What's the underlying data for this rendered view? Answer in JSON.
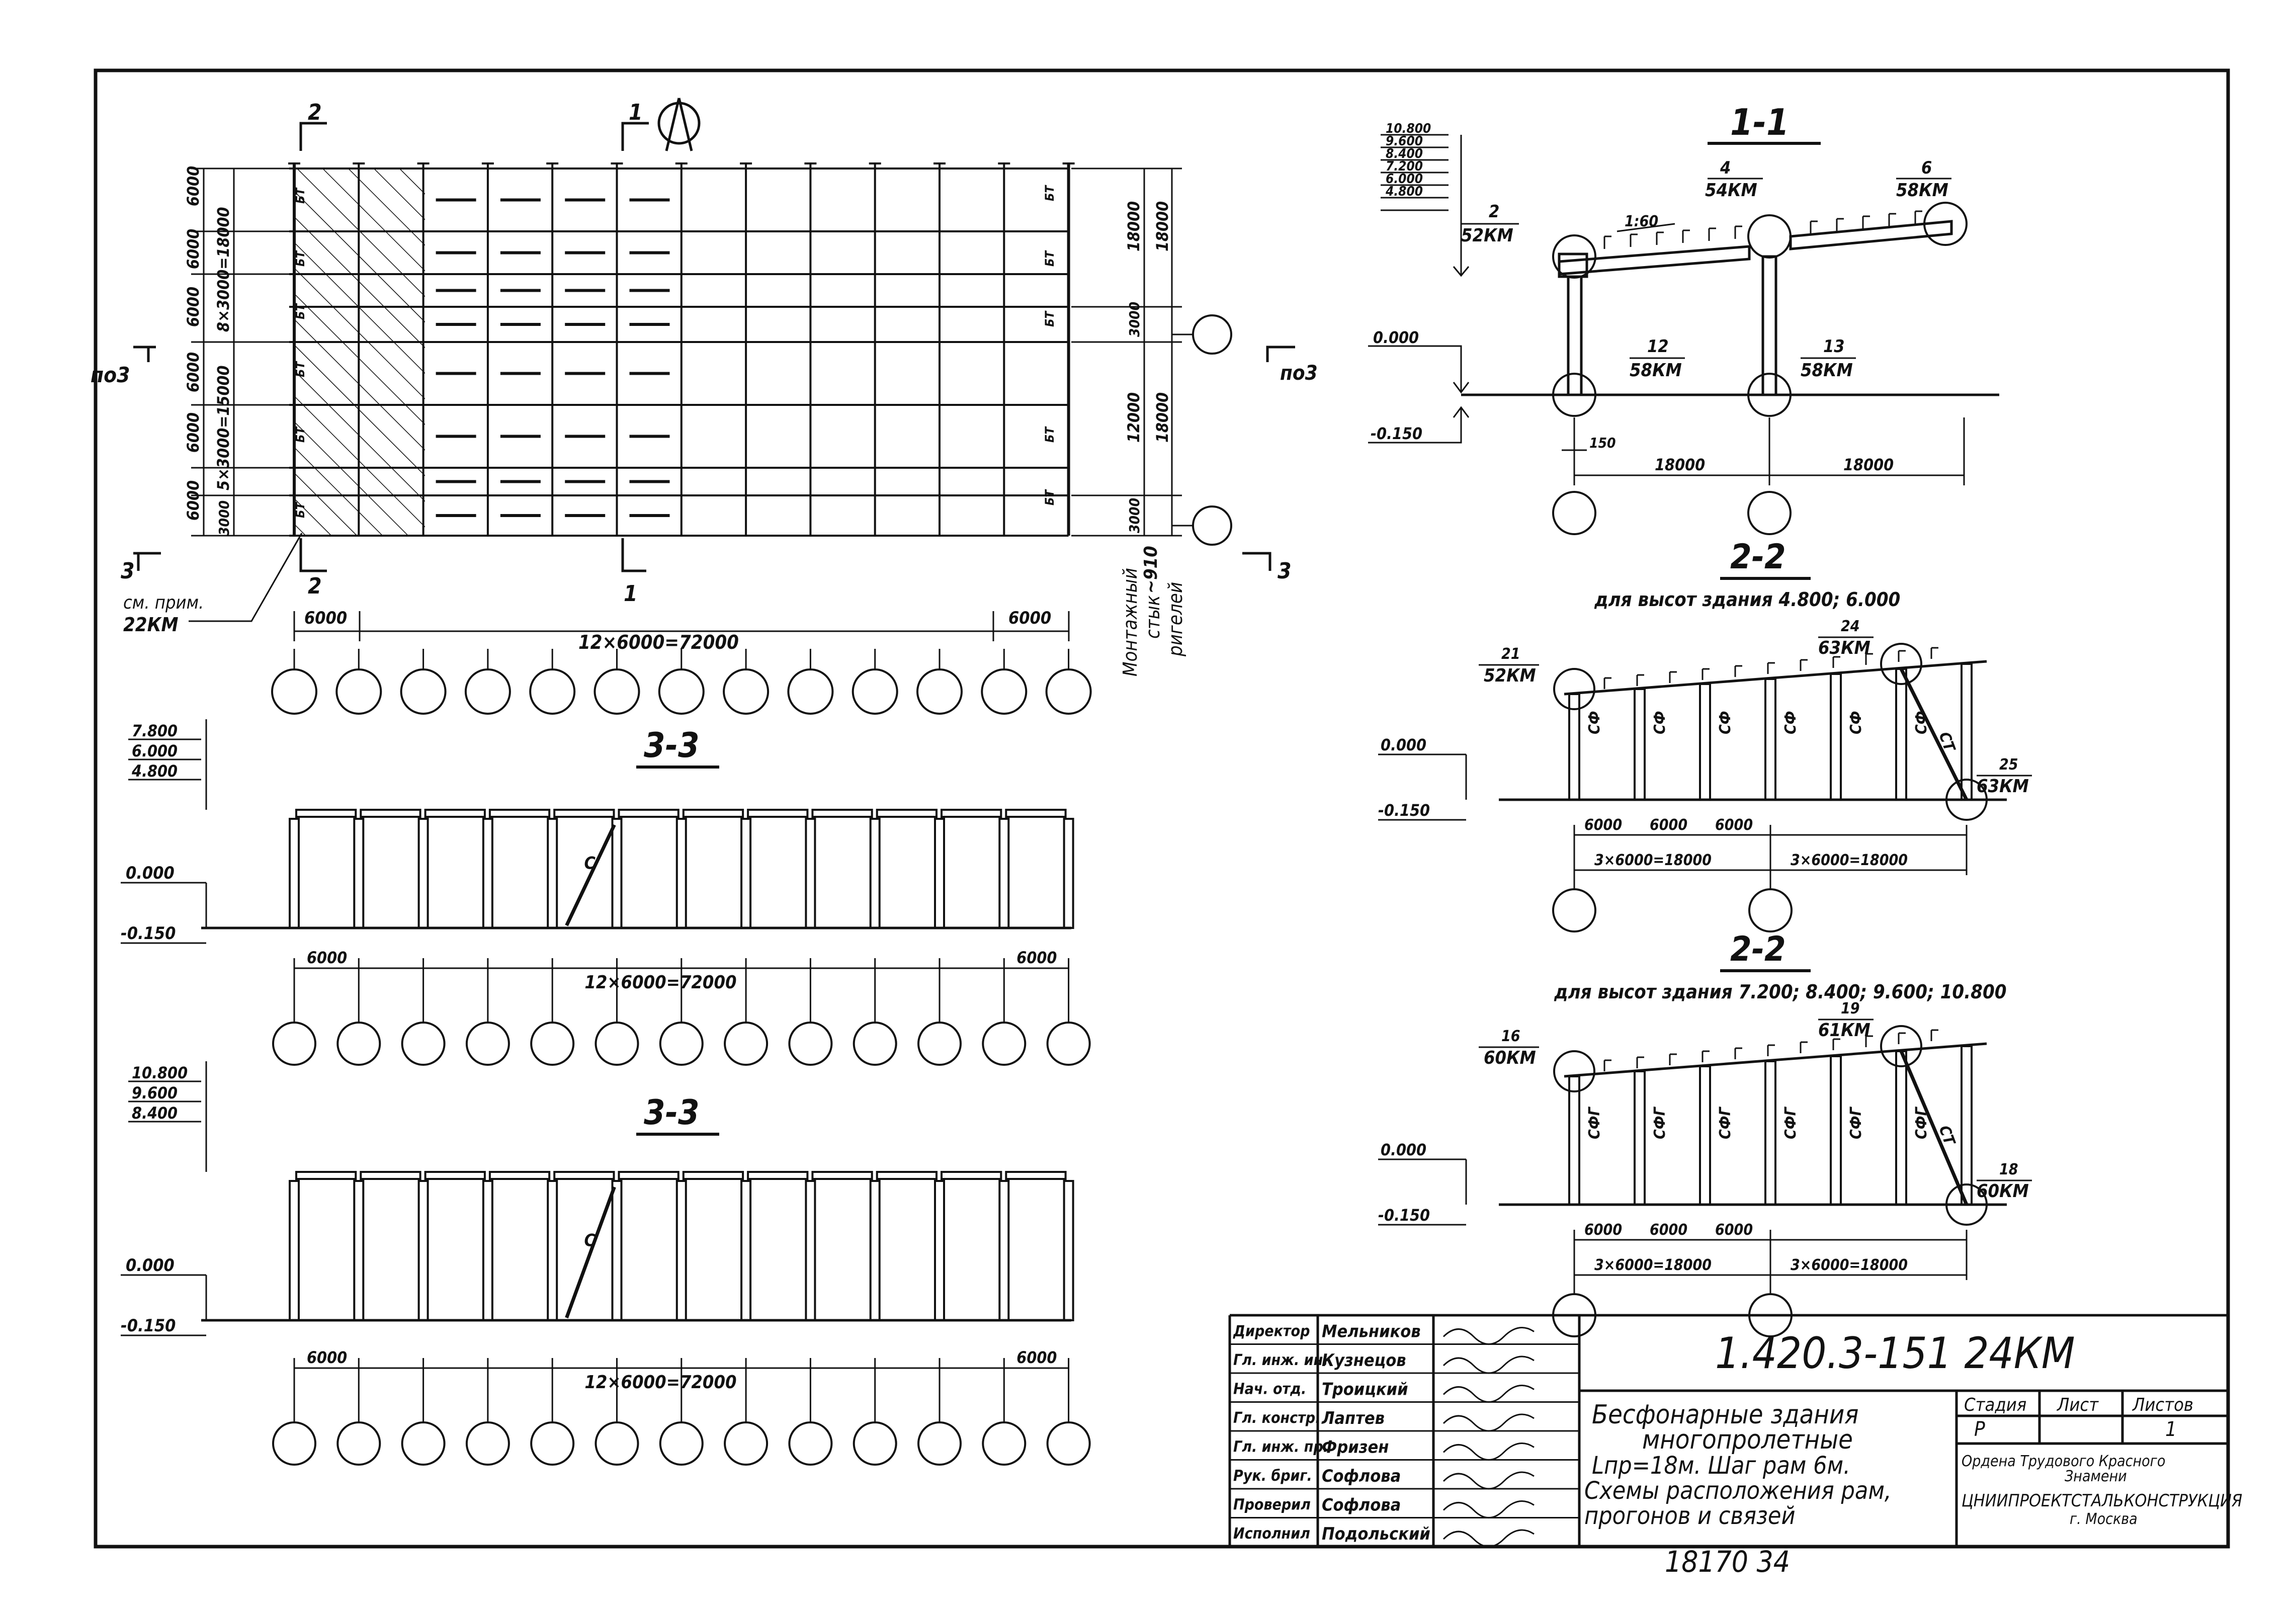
{
  "plan": {
    "sec_2_top": "2",
    "sec_1_top": "1",
    "sec_2_bot": "2",
    "sec_1_bot": "1",
    "sec_3_left_top": "по3",
    "sec_3_right_top": "по3",
    "sec_3_left_bot": "3",
    "sec_3_right_bot": "3",
    "bay_label": "БТ",
    "left_dims": [
      "6000",
      "6000",
      "6000",
      "6000",
      "6000",
      "6000",
      "3000"
    ],
    "left_group_top": "8×3000=18000",
    "left_group_bot": "5×3000=15000",
    "right_dims": [
      "18000",
      "3000",
      "12000",
      "3000"
    ],
    "right_outer": [
      "18000",
      "18000"
    ],
    "dim_left_bay": "6000",
    "dim_right_bay": "6000",
    "dim_total": "12×6000=72000",
    "note_line1": "см. прим.",
    "note_line2": "22КМ",
    "montage_line1": "Монтажный",
    "montage_line2": "стык",
    "montage_line3": "ригелей",
    "montage_dim": "~910"
  },
  "s33a": {
    "title": "3-3",
    "elev": [
      "7.800",
      "6.000",
      "4.800"
    ],
    "elev_zero": "0.000",
    "elev_minus": "-0.150",
    "brace": "С",
    "dim_left": "6000",
    "dim_right": "6000",
    "dim_total": "12×6000=72000"
  },
  "s33b": {
    "title": "3-3",
    "elev": [
      "10.800",
      "9.600",
      "8.400"
    ],
    "elev_zero": "0.000",
    "elev_minus": "-0.150",
    "brace": "С",
    "dim_left": "6000",
    "dim_right": "6000",
    "dim_total": "12×6000=72000"
  },
  "s11": {
    "title": "1-1",
    "elev": [
      "10.800",
      "9.600",
      "8.400",
      "7.200",
      "6.000",
      "4.800"
    ],
    "elev_zero": "0.000",
    "elev_minus": "-0.150",
    "ref1_num": "2",
    "ref1_sheet": "52КМ",
    "ref2_num": "4",
    "ref2_sheet": "54КМ",
    "ref3_num": "6",
    "ref3_sheet": "58КМ",
    "ref4_num": "12",
    "ref4_sheet": "58КМ",
    "ref5_num": "13",
    "ref5_sheet": "58КМ",
    "slope": "1:60",
    "dim_small": "150",
    "span1": "18000",
    "span2": "18000"
  },
  "s22a": {
    "title": "2-2",
    "subtitle": "для высот здания 4.800; 6.000",
    "ref1_num": "21",
    "ref1_sheet": "52КМ",
    "ref2_num": "24",
    "ref2_sheet": "63КМ",
    "ref3_num": "25",
    "ref3_sheet": "63КМ",
    "col_label": "СФ",
    "brace": "СТ",
    "elev_zero": "0.000",
    "elev_minus": "-0.150",
    "dims": [
      "6000",
      "6000",
      "6000"
    ],
    "total1": "3×6000=18000",
    "total2": "3×6000=18000"
  },
  "s22b": {
    "title": "2-2",
    "subtitle": "для высот здания 7.200; 8.400; 9.600; 10.800",
    "ref1_num": "16",
    "ref1_sheet": "60КМ",
    "ref2_num": "19",
    "ref2_sheet": "61КМ",
    "ref3_num": "18",
    "ref3_sheet": "60КМ",
    "col_label": "СФГ",
    "brace": "СТ",
    "elev_zero": "0.000",
    "elev_minus": "-0.150",
    "dims": [
      "6000",
      "6000",
      "6000"
    ],
    "total1": "3×6000=18000",
    "total2": "3×6000=18000"
  },
  "stamp": {
    "roles": [
      "Директор",
      "Гл. инж. ин.",
      "Нач. отд.",
      "Гл. констр.",
      "Гл. инж. пр.",
      "Рук. бриг.",
      "Проверил",
      "Исполнил"
    ],
    "names": [
      "Мельников",
      "Кузнецов",
      "Троицкий",
      "Лаптев",
      "Фризен",
      "Софлова",
      "Софлова",
      "Подольский"
    ],
    "code": "1.420.3-151 24КМ",
    "desc1": "Бесфонарные здания",
    "desc2": "многопролетные",
    "desc3": "Lпр=18м. Шаг рам 6м.",
    "desc4": "Схемы расположения рам,",
    "desc5": "прогонов и связей",
    "h_stage": "Стадия",
    "h_sheet": "Лист",
    "h_sheets": "Листов",
    "stage": "Р",
    "sheets": "1",
    "org1": "Ордена Трудового Красного",
    "org2": "Знамени",
    "org3": "ЦНИИПРОЕКТСТАЛЬКОНСТРУКЦИЯ",
    "org4": "г. Москва"
  },
  "archive": "18170 34"
}
